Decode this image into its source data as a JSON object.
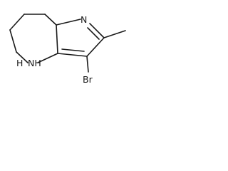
{
  "molecule": {
    "atoms": {
      "nitrogen_top": "N",
      "amine": "NH",
      "amine_hydrogen": "H",
      "bromine": "Br"
    }
  }
}
